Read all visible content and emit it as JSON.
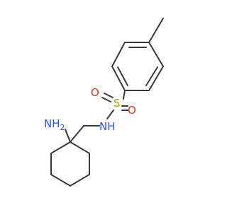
{
  "molecule": {
    "atoms": [
      {
        "id": "S",
        "label": "S",
        "color": "#b5a300"
      },
      {
        "id": "O1",
        "label": "O",
        "color": "#e8331f"
      },
      {
        "id": "O2",
        "label": "O",
        "color": "#e8331f"
      },
      {
        "id": "N",
        "label": "NH",
        "color": "#2f4fff"
      },
      {
        "id": "NH2",
        "label": "NH",
        "sub": "2",
        "color": "#2f4fff"
      }
    ]
  }
}
